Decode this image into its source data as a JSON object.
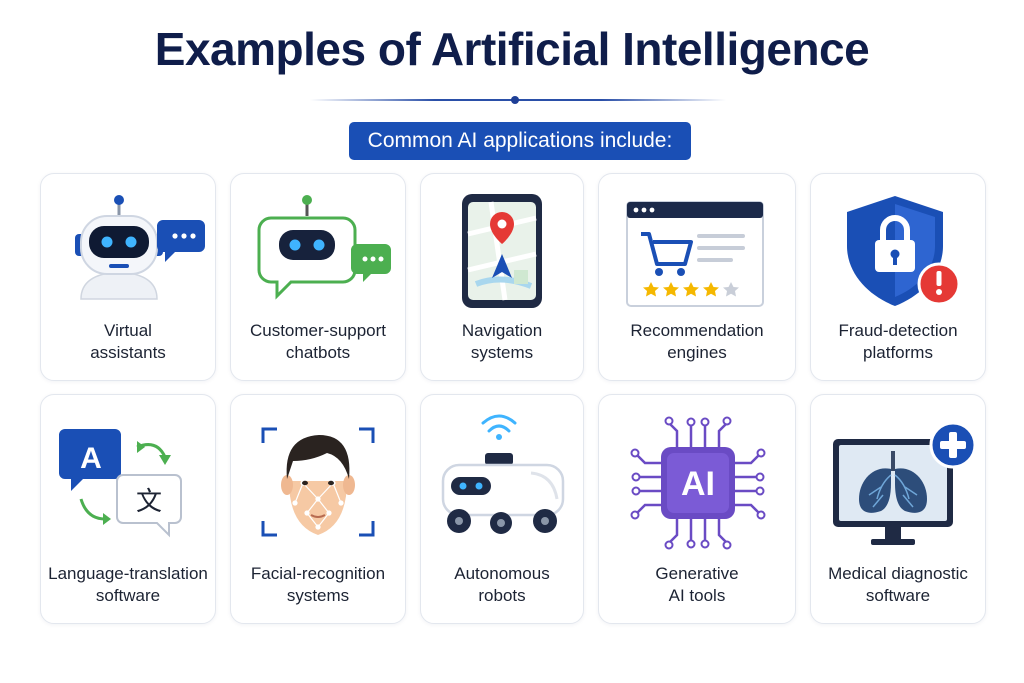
{
  "title": "Examples of Artificial Intelligence",
  "subtitle": "Common AI applications include:",
  "cards": [
    {
      "line1": "Virtual",
      "line2": "assistants",
      "icon": "robot-assistant-icon"
    },
    {
      "line1": "Customer-support",
      "line2": "chatbots",
      "icon": "chatbot-icon"
    },
    {
      "line1": "Navigation",
      "line2": "systems",
      "icon": "navigation-phone-icon"
    },
    {
      "line1": "Recommendation",
      "line2": "engines",
      "icon": "shopping-recommendation-icon"
    },
    {
      "line1": "Fraud-detection",
      "line2": "platforms",
      "icon": "shield-lock-alert-icon"
    },
    {
      "line1": "Language-translation",
      "line2": "software",
      "icon": "translation-icon",
      "glyph_a": "A",
      "glyph_b": "文"
    },
    {
      "line1": "Facial-recognition",
      "line2": "systems",
      "icon": "face-scan-icon"
    },
    {
      "line1": "Autonomous",
      "line2": "robots",
      "icon": "delivery-robot-icon"
    },
    {
      "line1": "Generative",
      "line2": "AI tools",
      "icon": "ai-chip-icon",
      "chip_text": "AI"
    },
    {
      "line1": "Medical diagnostic",
      "line2": "software",
      "icon": "lung-scan-monitor-icon"
    }
  ],
  "colors": {
    "title": "#0f1d4a",
    "accent_blue": "#1a4fb5",
    "green": "#4caf50",
    "alert_red": "#e53935",
    "purple": "#6a4bc4",
    "star_gold": "#f5b800"
  }
}
